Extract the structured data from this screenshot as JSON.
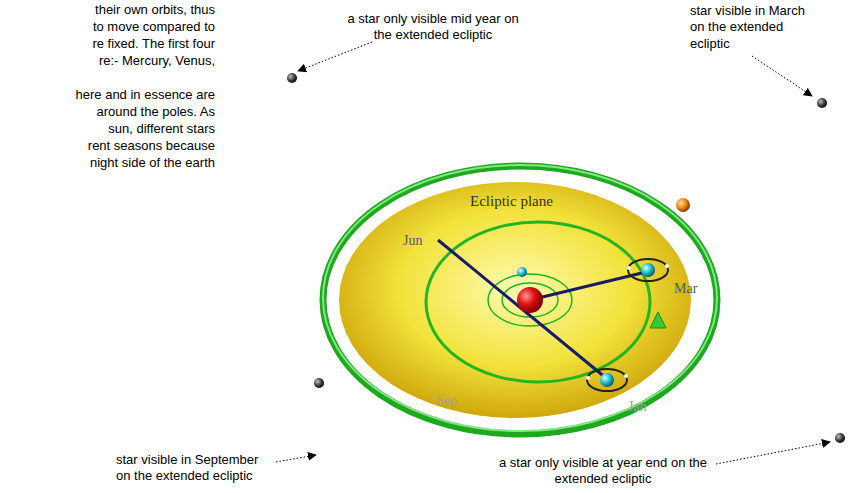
{
  "diagram": {
    "labels": [
      "their own orbits, thus",
      "to move compared to",
      "re fixed. The first four",
      "re:- Mercury, Venus,",
      "here and in essence are",
      "around the poles. As",
      "sun, different stars",
      "rent seasons because",
      "night side of the earth",
      "a star only visible mid year on the extended ecliptic",
      "star visible in March on the extended ecliptic",
      "star visible in September on the extended ecliptic",
      "a star only visible at year end on the extended ecliptic",
      "Ecliptic plane",
      "Jun",
      "Mar",
      "Sep",
      "Jan"
    ]
  }
}
